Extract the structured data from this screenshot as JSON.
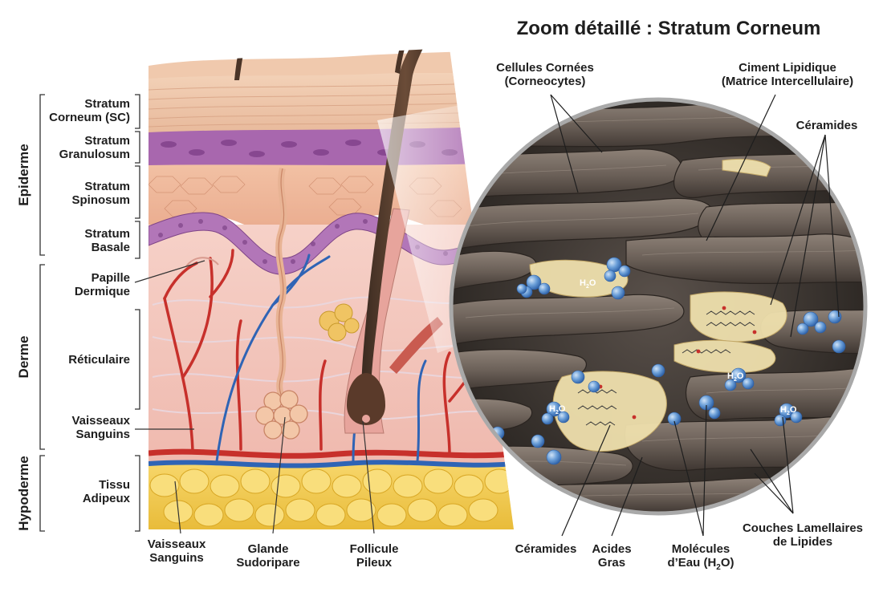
{
  "zoom_title": "Zoom détaillé : Stratum Corneum",
  "layers": {
    "epiderme": "Epiderme",
    "derme": "Derme",
    "hypoderme": "Hypoderme"
  },
  "left_labels": {
    "stratum_corneum": [
      "Stratum",
      "Corneum (SC)"
    ],
    "stratum_granulosum": [
      "Stratum",
      "Granulosum"
    ],
    "stratum_spinosum": [
      "Stratum",
      "Spinosum"
    ],
    "stratum_basale": [
      "Stratum",
      "Basale"
    ],
    "papille": [
      "Papille",
      "Dermique"
    ],
    "reticulaire": [
      "Réticulaire"
    ],
    "vaisseaux": [
      "Vaisseaux",
      "Sanguins"
    ],
    "tissu": [
      "Tissu",
      "Adipeux"
    ]
  },
  "bottom_labels": {
    "vaisseaux": [
      "Vaisseaux",
      "Sanguins"
    ],
    "glande": [
      "Glande",
      "Sudoripare"
    ],
    "follicule": [
      "Follicule",
      "Pileux"
    ],
    "ceramides": [
      "Céramides"
    ],
    "acides": [
      "Acides",
      "Gras"
    ],
    "molecules": [
      "Molécules",
      "d’Eau (H",
      "2",
      "O)"
    ],
    "couches": [
      "Couches Lamellaires",
      "de Lipides"
    ]
  },
  "zoom_labels": {
    "cellules": [
      "Cellules Cornées",
      "(Corneocytes)"
    ],
    "ciment": [
      "Ciment Lipidique",
      "(Matrice Intercellulaire)"
    ],
    "ceramides_top": "Céramides"
  },
  "h2o": {
    "h": "H",
    "sub": "2",
    "o": "O"
  },
  "colors": {
    "artery": "#c7302b",
    "vein": "#2f64b5",
    "fat": "#f2c94c",
    "basale": "#b774b8",
    "granulosum": "#9b5aa2",
    "skin": "#f0b8a0",
    "dermis": "#f6c6c0",
    "corneocyte": "#6c625b",
    "lipid": "#f1dfa8",
    "water": "#6b9fd8"
  }
}
